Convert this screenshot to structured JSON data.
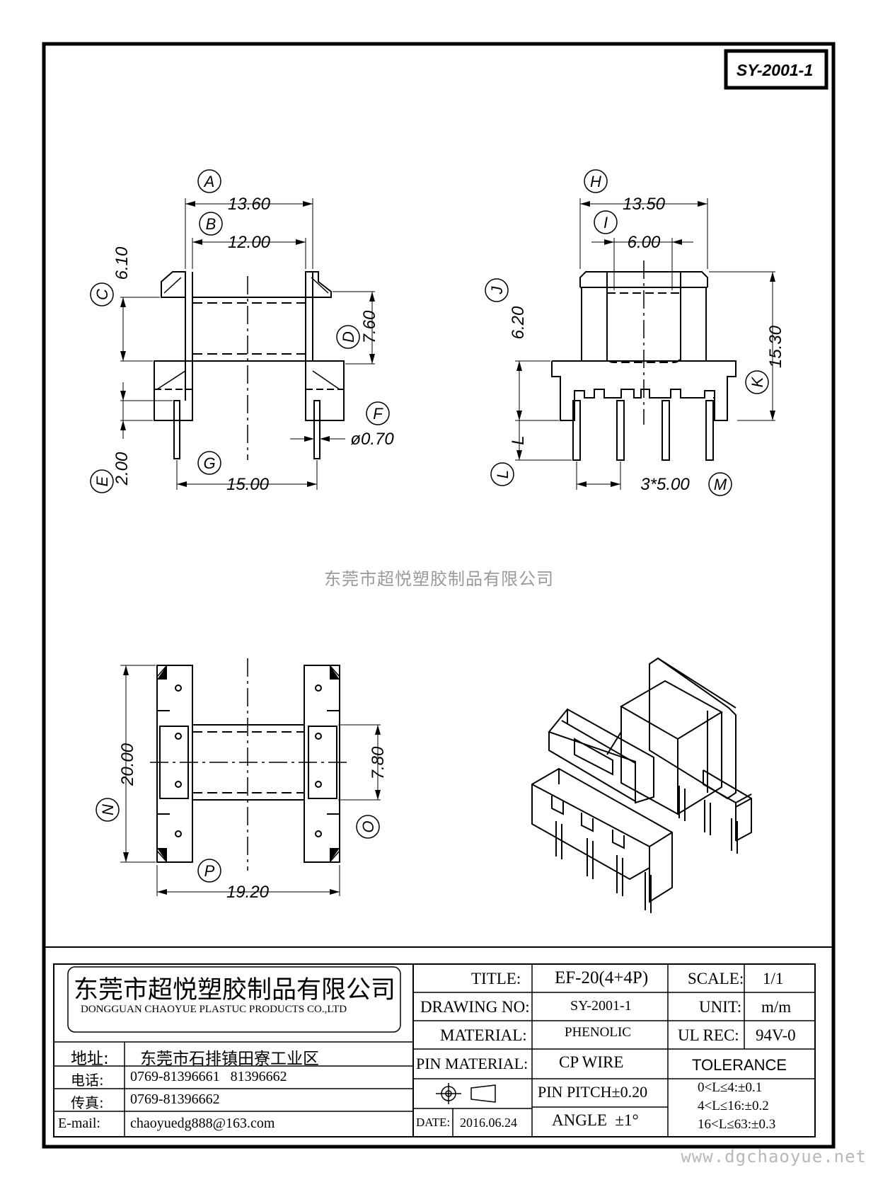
{
  "drawing_code": "SY-2001-1",
  "watermark": "东莞市超悦塑胶制品有限公司",
  "website": "www.dgchaoyue.net",
  "front_view": {
    "labels": {
      "A": "A",
      "B": "B",
      "C": "C",
      "D": "D",
      "E": "E",
      "F": "F",
      "G": "G"
    },
    "dims": {
      "A": "13.60",
      "B": "12.00",
      "C": "6.10",
      "D": "7.60",
      "E": "2.00",
      "F": "ø0.70",
      "G": "15.00"
    }
  },
  "side_view": {
    "labels": {
      "H": "H",
      "I": "I",
      "J": "J",
      "K": "K",
      "L": "L",
      "M": "M"
    },
    "dims": {
      "H": "13.50",
      "I": "6.00",
      "J": "6.20",
      "K": "15.30",
      "L": "L",
      "M": "3*5.00"
    }
  },
  "top_view": {
    "labels": {
      "N": "N",
      "O": "O",
      "P": "P"
    },
    "dims": {
      "N": "20.00",
      "O": "7.80",
      "P": "19.20"
    }
  },
  "title_block": {
    "company_cn": "东莞市超悦塑胶制品有限公司",
    "company_en": "DONGGUAN CHAOYUE PLASTUC PRODUCTS CO.,LTD",
    "address_label": "地址:",
    "address": "东莞市石排镇田寮工业区",
    "phone_label": "电话:",
    "phone": "0769-81396661   81396662",
    "fax_label": "传真:",
    "fax": "0769-81396662",
    "email_label": "E-mail:",
    "email": "chaoyuedg888@163.com",
    "title_label": "TITLE:",
    "title": "EF-20(4+4P)",
    "drawing_no_label": "DRAWING NO:",
    "drawing_no": "SY-2001-1",
    "material_label": "MATERIAL:",
    "material": "PHENOLIC",
    "pin_material_label": "PIN MATERIAL:",
    "pin_material": "CP WIRE",
    "pin_pitch": "PIN PITCH±0.20",
    "angle": "ANGLE  ±1°",
    "date_label": "DATE:",
    "date": "2016.06.24",
    "scale_label": "SCALE:",
    "scale": "1/1",
    "unit_label": "UNIT:",
    "unit": "m/m",
    "ul_rec_label": "UL REC:",
    "ul_rec": "94V-0",
    "tolerance_label": "TOLERANCE",
    "tolerances": [
      "0<L≤4:±0.1",
      "4<L≤16:±0.2",
      "16<L≤63:±0.3"
    ]
  }
}
